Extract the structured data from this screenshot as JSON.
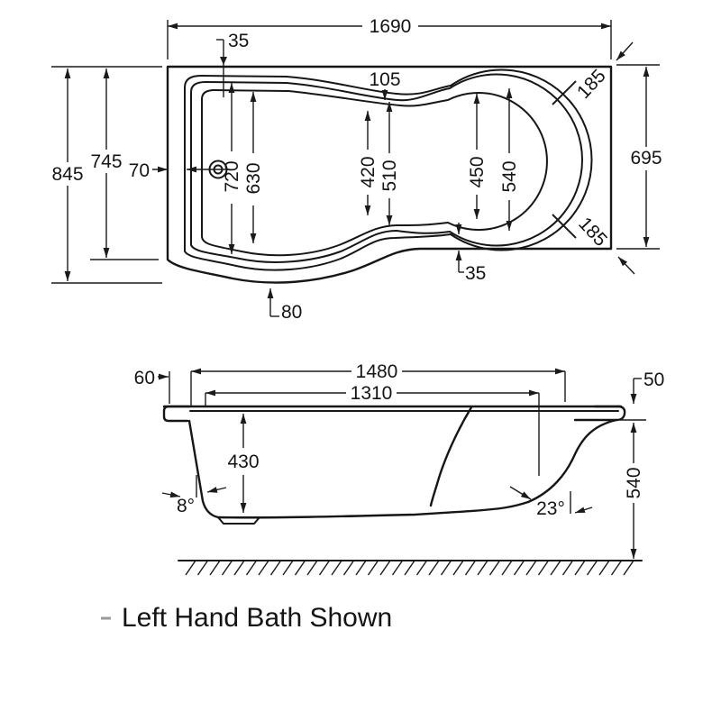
{
  "drawing": {
    "type": "bath technical drawing",
    "line_color": "#161616",
    "background": "#ffffff",
    "plan": {
      "length_overall": "1690",
      "offset_top": "35",
      "waist_gap": "105",
      "radius_top_right": "185",
      "radius_bottom_right": "185",
      "width_overall": "845",
      "width_front": "745",
      "rim_left": "70",
      "inner_720": "720",
      "inner_630": "630",
      "inner_420": "420",
      "inner_510": "510",
      "inner_450": "450",
      "inner_540": "540",
      "width_right": "695",
      "offset_bottom": "35",
      "bulge_offset": "80"
    },
    "side": {
      "overhang": "60",
      "length_rim": "1480",
      "length_inner": "1310",
      "rim_edge": "50",
      "depth": "430",
      "angle_front": "8°",
      "angle_back": "23°",
      "height_overall": "540"
    },
    "caption": {
      "bullet": "-",
      "text": "Left Hand Bath Shown"
    }
  }
}
